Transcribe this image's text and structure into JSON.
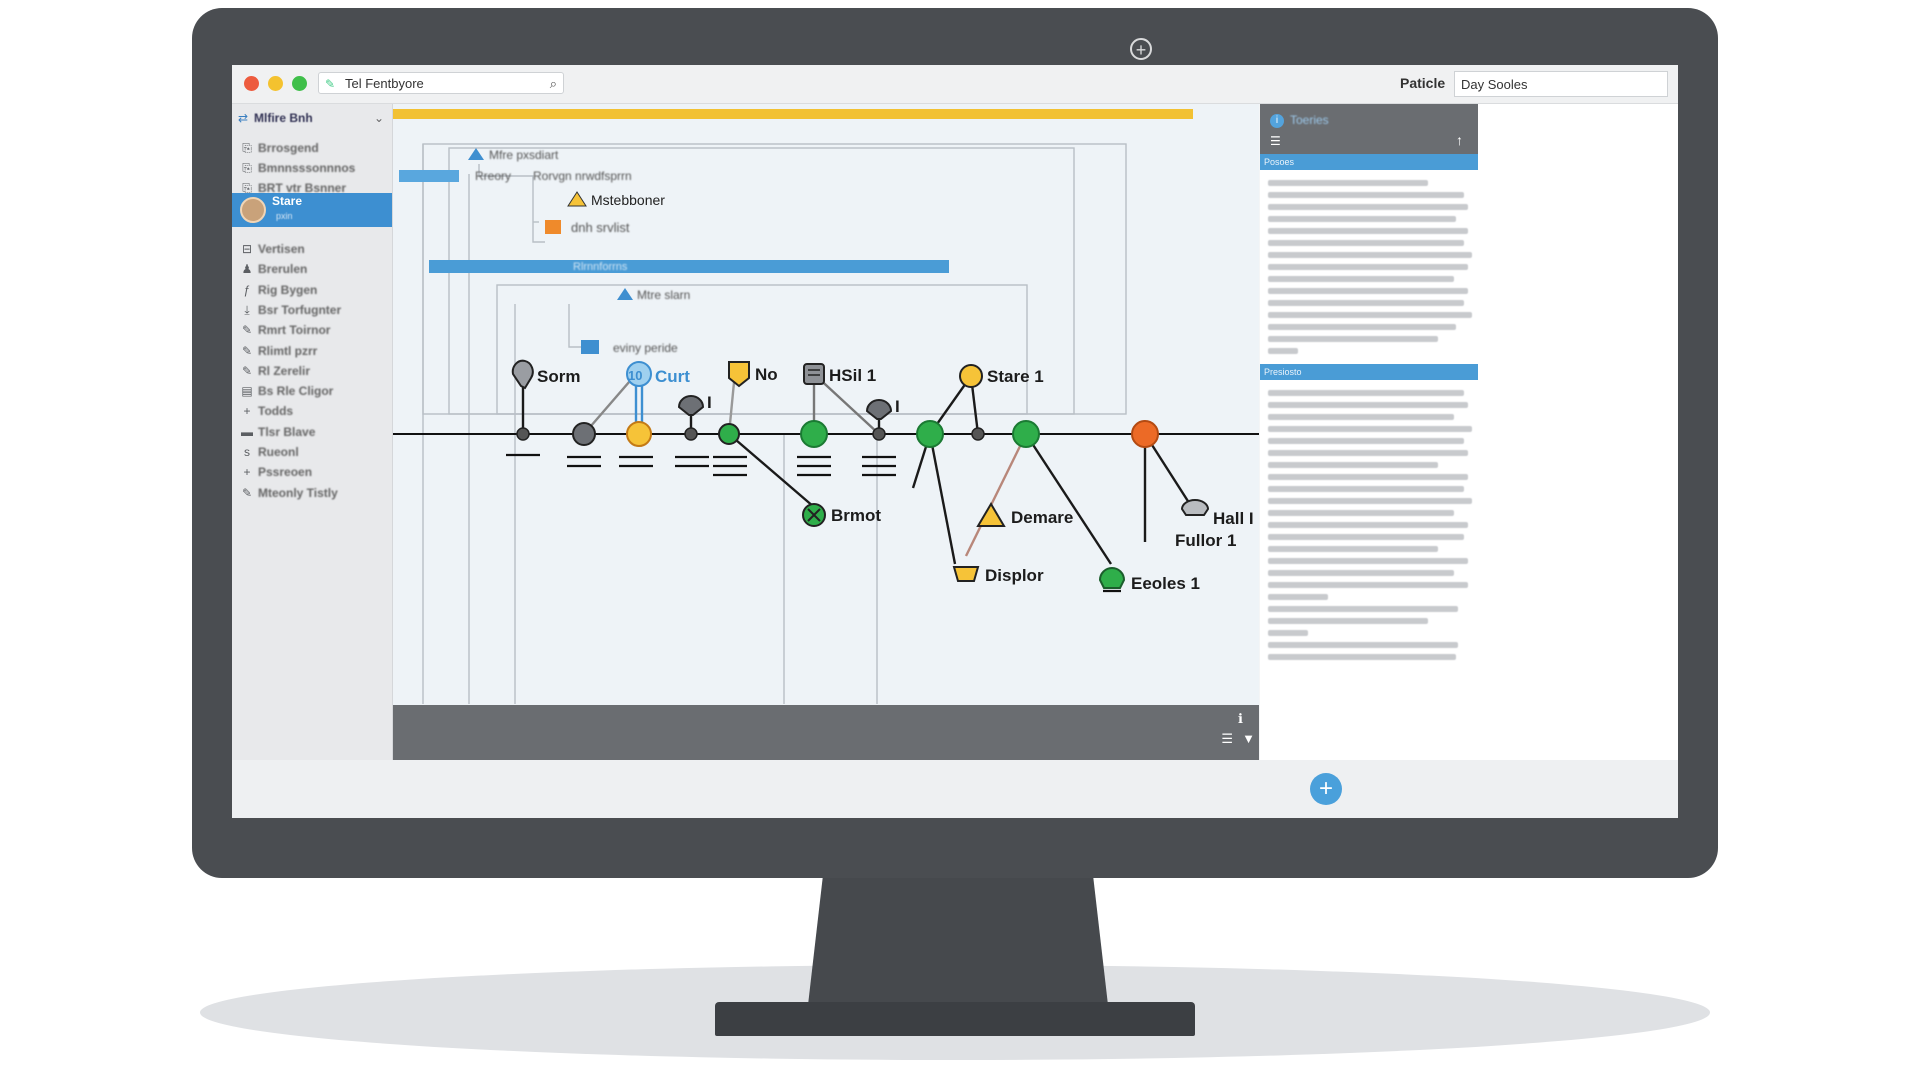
{
  "window": {
    "tab_title": "Tel Fentbyore",
    "right_label": "Paticle",
    "right_field_value": "Day Sooles"
  },
  "sidebar": {
    "header": "Mlfire Bnh",
    "active_item": {
      "label": "Stare",
      "sub": "pxin"
    },
    "items_top": [
      "Brrosgend",
      "Bmnnsssonnnos",
      "BRT vtr Bsnner"
    ],
    "items": [
      "Vertisen",
      "Brerulen",
      "Rig Bygen",
      "Bsr Torfugnter",
      "Rmrt Toirnor",
      "Rlimtl pzrr",
      "Rl Zerelir",
      "Bs Rle Cligor",
      "Todds",
      "Tlsr Blave",
      "Rueonl",
      "Pssreoen",
      "Mteonly Tistly"
    ]
  },
  "canvas": {
    "tree_labels": {
      "root": "Mfre pxsdiart",
      "sub1": "Rreory",
      "sub2": "Rorvgn nrwdfsprrn",
      "warn": "Mstebboner",
      "orange": "dnh srvlist",
      "bar": "Rlrnnforrns",
      "sub3": "Mtre slarn",
      "sub4": "eviny peride"
    },
    "nodes": {
      "sorm": "Sorm",
      "curt": "Curt",
      "curt_badge": "10",
      "i1": "I",
      "no": "No",
      "hsil": "HSil 1",
      "i2": "I",
      "stare": "Stare 1",
      "brmot": "Brmot",
      "demare": "Demare",
      "displor": "Displor",
      "eeoles": "Eeoles 1",
      "hall": "Hall I",
      "fullor": "Fullor 1"
    }
  },
  "right_panel": {
    "title": "Toeries",
    "section1": "Posoes",
    "section2": "Presiosto"
  },
  "colors": {
    "accent_blue": "#3d8fd1",
    "progress_yellow": "#f2c133",
    "node_green": "#2fae4a",
    "node_orange": "#ec6a26",
    "node_yellow": "#f6c338",
    "bezel": "#4a4d51"
  },
  "icons": {
    "tab_pin": "pin-icon",
    "tab_search": "search-icon",
    "add": "plus-icon",
    "info": "info-icon",
    "list": "list-icon",
    "upload": "upload-arrow-icon"
  }
}
